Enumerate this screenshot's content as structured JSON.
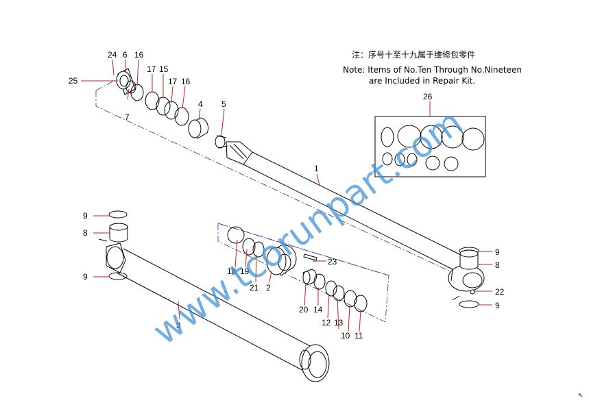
{
  "note": {
    "chinese": "注：序号十至十九属于维修包零件",
    "english_line1": "Note: Items of No.Ten Through No.Nineteen",
    "english_line2": "are Included in Repair Kit."
  },
  "watermark": "www.tcorunpart.com",
  "corner_mark": "↖",
  "callouts": {
    "c24": "24",
    "c6": "6",
    "c16a": "16",
    "c25": "25",
    "c7": "7",
    "c17a": "17",
    "c15": "15",
    "c17b": "17",
    "c16b": "16",
    "c4": "4",
    "c5": "5",
    "c1": "1",
    "c26": "26",
    "c9a": "9",
    "c8a": "8",
    "c9b": "9",
    "c3": "3",
    "c18": "18",
    "c19": "19",
    "c21": "21",
    "c2": "2",
    "c23": "23",
    "c20": "20",
    "c14": "14",
    "c12": "12",
    "c13": "13",
    "c10": "10",
    "c11": "11",
    "c9c": "9",
    "c8b": "8",
    "c22": "22",
    "c9d": "9"
  }
}
